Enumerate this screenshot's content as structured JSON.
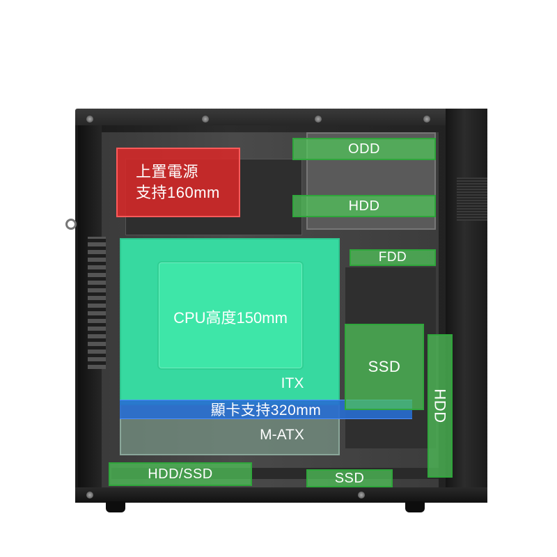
{
  "labels": {
    "psu_line1": "上置電源",
    "psu_line2": "支持160mm",
    "odd": "ODD",
    "hdd_top": "HDD",
    "fdd": "FDD",
    "cpu": "CPU高度150mm",
    "itx": "ITX",
    "gpu": "顯卡支持320mm",
    "matx": "M-ATX",
    "ssd_right": "SSD",
    "hdd_vertical": "HDD",
    "hdd_ssd_bottom": "HDD/SSD",
    "ssd_bottom": "SSD"
  },
  "colors": {
    "psu_highlight": "#dc2828",
    "drive_highlight": "#50c85a",
    "itx_board": "#37d9a0",
    "gpu_highlight": "#286ed2",
    "matx_board": "#78968a"
  }
}
